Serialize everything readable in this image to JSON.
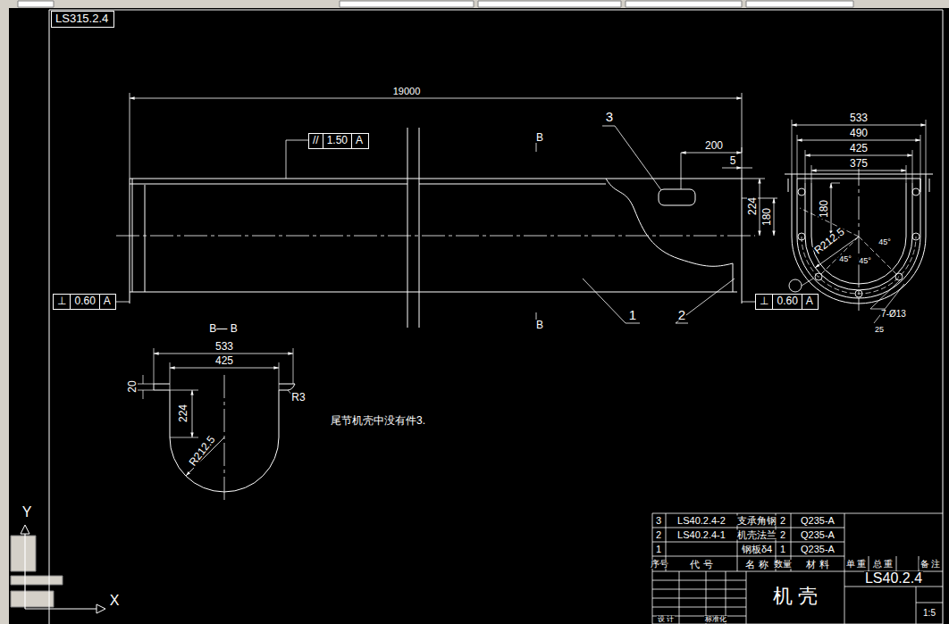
{
  "diagram": {
    "nodes": [
      {
        "text": [
          "LS315.2.4"
        ]
      },
      {
        "text": [
          "//",
          "1.50",
          "A"
        ]
      },
      {
        "text": [
          "⊥",
          "0.60",
          "A"
        ]
      },
      {
        "text": [
          "⊥",
          "0.60",
          "A"
        ]
      }
    ],
    "labels": [
      "19000",
      "3",
      "B",
      "200",
      "5",
      "224",
      "180",
      "1",
      "2",
      "B",
      "533",
      "490",
      "425",
      "375",
      "180",
      "R212.5",
      "45°",
      "45°",
      "45°",
      "7-Ø13",
      "25",
      "B— B",
      "533",
      "425",
      "20",
      "224",
      "R3",
      "R212.5",
      "尾节机壳中没有件3.",
      "3",
      "LS40.2.4-2",
      "支承角钢",
      "2",
      "Q235-A",
      "2",
      "LS40.2.4-1",
      "机壳法兰",
      "2",
      "Q235-A",
      "1",
      "钢板δ4",
      "1",
      "Q235-A",
      "序号",
      "代 号",
      "名 称",
      "数量",
      "材 料",
      "单 重",
      "总 重",
      "备 注",
      "机 壳",
      "LS40.2.4",
      "1:5",
      "设 计",
      "标准化",
      "Y",
      "X"
    ]
  }
}
